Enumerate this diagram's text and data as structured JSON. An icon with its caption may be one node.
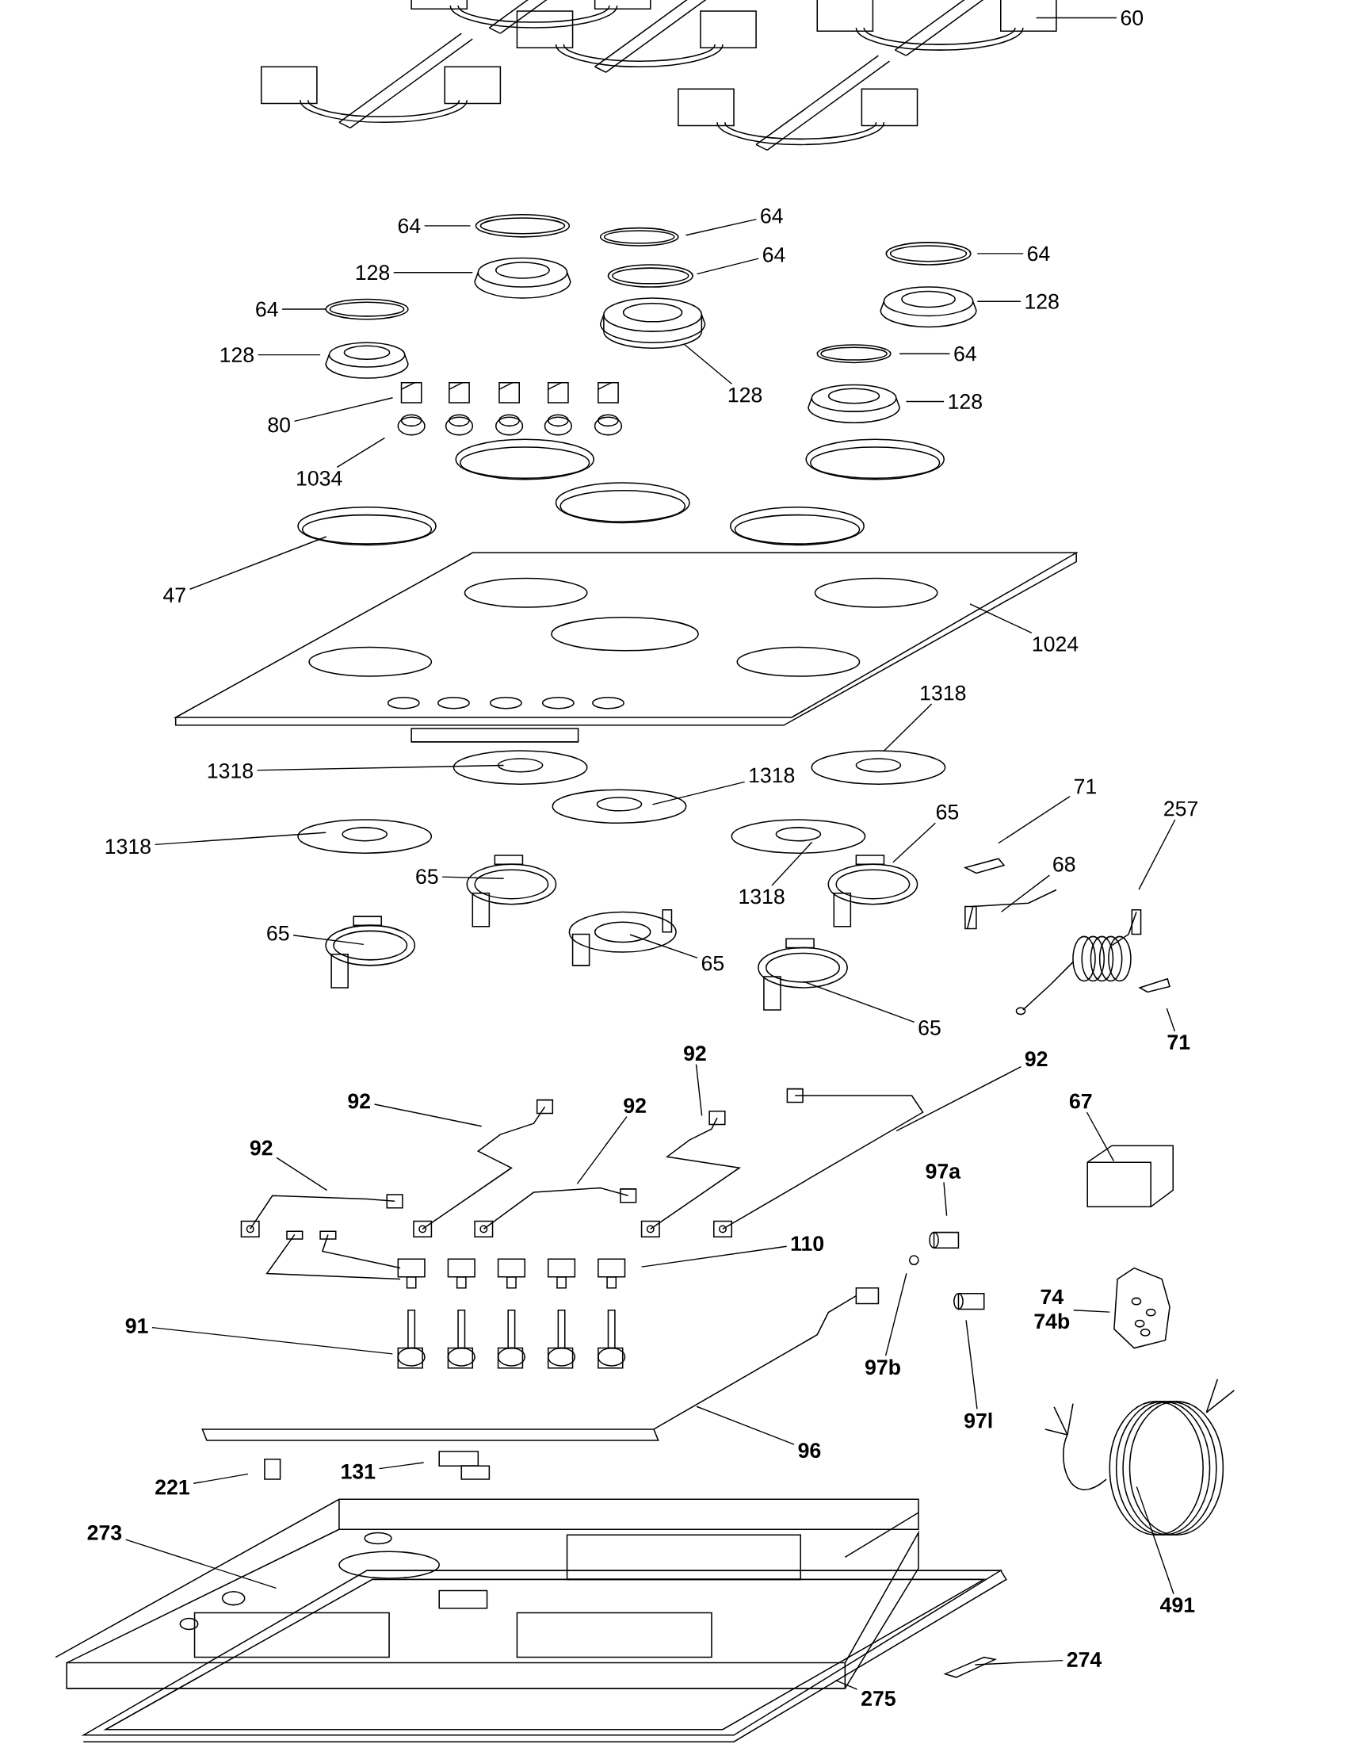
{
  "diagram": {
    "nodes": [
      {
        "text": [
          "60"
        ]
      },
      {
        "text": [
          "64"
        ]
      },
      {
        "text": [
          "64"
        ]
      },
      {
        "text": [
          "64"
        ]
      },
      {
        "text": [
          "64"
        ]
      },
      {
        "text": [
          "128"
        ]
      },
      {
        "text": [
          "64"
        ]
      },
      {
        "text": [
          "128"
        ]
      },
      {
        "text": [
          "128"
        ]
      },
      {
        "text": [
          "128"
        ]
      },
      {
        "text": [
          "64"
        ]
      },
      {
        "text": [
          "80"
        ]
      },
      {
        "text": [
          "128"
        ]
      },
      {
        "text": [
          "1034"
        ]
      },
      {
        "text": [
          "47"
        ]
      },
      {
        "text": [
          "1024"
        ]
      },
      {
        "text": [
          "1318"
        ]
      },
      {
        "text": [
          "1318"
        ]
      },
      {
        "text": [
          "1318"
        ]
      },
      {
        "text": [
          "1318"
        ]
      },
      {
        "text": [
          "65"
        ]
      },
      {
        "text": [
          "71"
        ]
      },
      {
        "text": [
          "257"
        ]
      },
      {
        "text": [
          "68"
        ]
      },
      {
        "text": [
          "1318"
        ]
      },
      {
        "text": [
          "65"
        ]
      },
      {
        "text": [
          "65"
        ]
      },
      {
        "text": [
          "65"
        ]
      },
      {
        "text": [
          "65"
        ]
      },
      {
        "text": [
          "71"
        ]
      },
      {
        "text": [
          "92"
        ]
      },
      {
        "text": [
          "92"
        ]
      },
      {
        "text": [
          "92"
        ]
      },
      {
        "text": [
          "92"
        ]
      },
      {
        "text": [
          "92"
        ]
      },
      {
        "text": [
          "67"
        ]
      },
      {
        "text": [
          "97a"
        ]
      },
      {
        "text": [
          "110"
        ]
      },
      {
        "text": [
          "74",
          "74b"
        ]
      },
      {
        "text": [
          "91"
        ]
      },
      {
        "text": [
          "97b"
        ]
      },
      {
        "text": [
          "97l"
        ]
      },
      {
        "text": [
          "96"
        ]
      },
      {
        "text": [
          "221"
        ]
      },
      {
        "text": [
          "131"
        ]
      },
      {
        "text": [
          "273"
        ]
      },
      {
        "text": [
          "491"
        ]
      },
      {
        "text": [
          "274"
        ]
      },
      {
        "text": [
          "275"
        ]
      }
    ],
    "edges": [
      {
        "from": 0,
        "to": null,
        "arrow": "none"
      },
      {
        "from": 1,
        "to": null,
        "arrow": "none"
      },
      {
        "from": 2,
        "to": null,
        "arrow": "none"
      },
      {
        "from": 3,
        "to": null,
        "arrow": "none"
      },
      {
        "from": 4,
        "to": null,
        "arrow": "none"
      },
      {
        "from": 5,
        "to": null,
        "arrow": "none"
      },
      {
        "from": 6,
        "to": null,
        "arrow": "none"
      },
      {
        "from": 7,
        "to": null,
        "arrow": "none"
      },
      {
        "from": 8,
        "to": null,
        "arrow": "none"
      },
      {
        "from": 9,
        "to": null,
        "arrow": "none"
      },
      {
        "from": 10,
        "to": null,
        "arrow": "none"
      },
      {
        "from": 11,
        "to": null,
        "arrow": "none"
      },
      {
        "from": 12,
        "to": null,
        "arrow": "none"
      },
      {
        "from": 13,
        "to": null,
        "arrow": "none"
      },
      {
        "from": 14,
        "to": null,
        "arrow": "none"
      },
      {
        "from": 15,
        "to": null,
        "arrow": "none"
      },
      {
        "from": 16,
        "to": null,
        "arrow": "none"
      },
      {
        "from": 17,
        "to": null,
        "arrow": "none"
      },
      {
        "from": 18,
        "to": null,
        "arrow": "none"
      },
      {
        "from": 19,
        "to": null,
        "arrow": "none"
      },
      {
        "from": 20,
        "to": null,
        "arrow": "none"
      },
      {
        "from": 21,
        "to": null,
        "arrow": "none"
      },
      {
        "from": 22,
        "to": null,
        "arrow": "none"
      },
      {
        "from": 23,
        "to": null,
        "arrow": "none"
      },
      {
        "from": 24,
        "to": null,
        "arrow": "none"
      },
      {
        "from": 25,
        "to": null,
        "arrow": "none"
      },
      {
        "from": 26,
        "to": null,
        "arrow": "none"
      },
      {
        "from": 27,
        "to": null,
        "arrow": "none"
      },
      {
        "from": 28,
        "to": null,
        "arrow": "none"
      },
      {
        "from": 29,
        "to": null,
        "arrow": "none"
      },
      {
        "from": 30,
        "to": null,
        "arrow": "none"
      },
      {
        "from": 31,
        "to": null,
        "arrow": "none"
      },
      {
        "from": 32,
        "to": null,
        "arrow": "none"
      },
      {
        "from": 33,
        "to": null,
        "arrow": "none"
      },
      {
        "from": 34,
        "to": null,
        "arrow": "none"
      },
      {
        "from": 35,
        "to": null,
        "arrow": "none"
      },
      {
        "from": 36,
        "to": null,
        "arrow": "none"
      },
      {
        "from": 37,
        "to": null,
        "arrow": "none"
      },
      {
        "from": 38,
        "to": null,
        "arrow": "none"
      },
      {
        "from": 39,
        "to": null,
        "arrow": "none"
      },
      {
        "from": 40,
        "to": null,
        "arrow": "none"
      },
      {
        "from": 41,
        "to": null,
        "arrow": "none"
      },
      {
        "from": 42,
        "to": null,
        "arrow": "none"
      },
      {
        "from": 43,
        "to": null,
        "arrow": "none"
      },
      {
        "from": 44,
        "to": null,
        "arrow": "none"
      },
      {
        "from": 45,
        "to": null,
        "arrow": "none"
      },
      {
        "from": 46,
        "to": null,
        "arrow": "none"
      },
      {
        "from": 47,
        "to": null,
        "arrow": "none"
      },
      {
        "from": 48,
        "to": null,
        "arrow": "none"
      }
    ]
  }
}
